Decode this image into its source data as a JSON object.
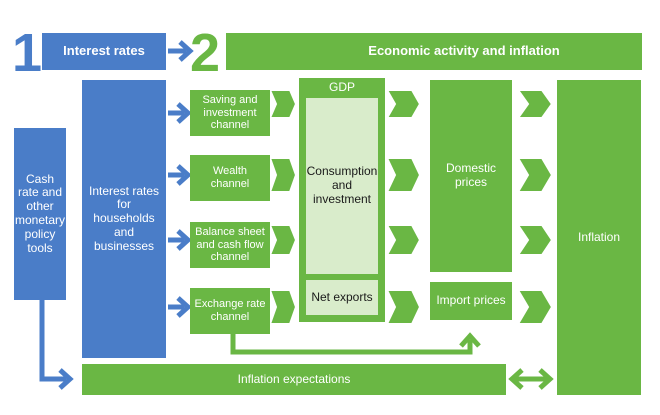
{
  "step1": {
    "number": "1",
    "label": "Interest rates"
  },
  "step2": {
    "number": "2",
    "label": "Economic activity and inflation"
  },
  "cash_rate": "Cash rate and other monetary policy tools",
  "household_rates": "Interest rates for households and businesses",
  "channels": [
    "Saving and investment channel",
    "Wealth channel",
    "Balance sheet and cash flow channel",
    "Exchange rate channel"
  ],
  "gdp": {
    "title": "GDP",
    "consumption": "Consumption and investment",
    "net_exports": "Net exports"
  },
  "prices": {
    "domestic": "Domestic prices",
    "import": "Import prices"
  },
  "inflation": "Inflation",
  "inflation_expectations": "Inflation expectations",
  "colors": {
    "blue": "#4a7dc8",
    "green": "#6ab744",
    "light_green": "#d9eccb"
  }
}
